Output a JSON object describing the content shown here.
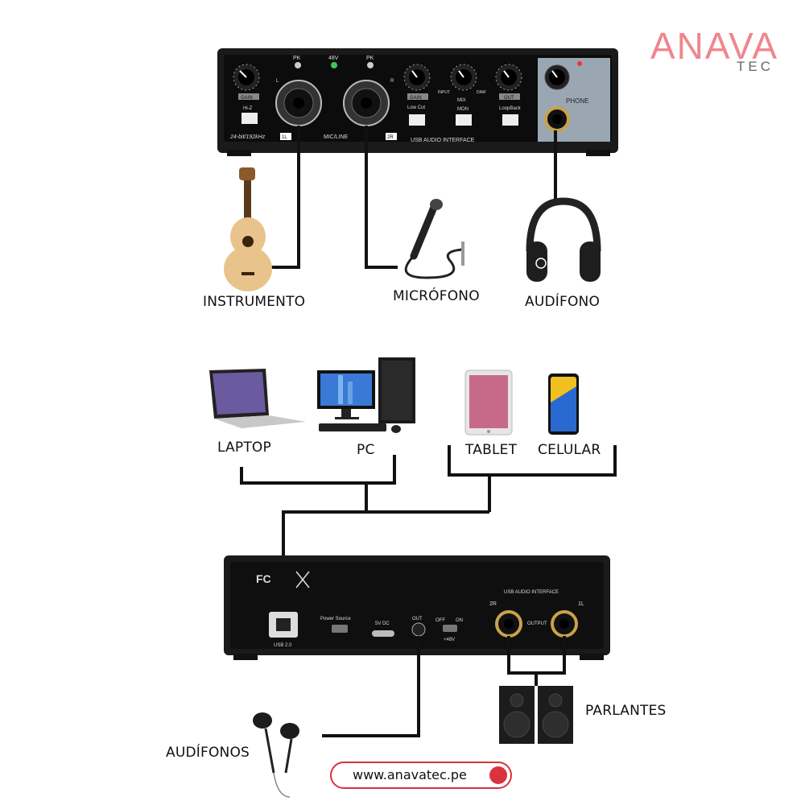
{
  "brand": {
    "name": "ANAVA",
    "sub": "TEC"
  },
  "website": "www.anavatec.pe",
  "front_panel": {
    "pk_left": "PK",
    "led_48v": "48V",
    "pk_right": "PK",
    "gain_left": "GAIN",
    "gain_right": "GAIN",
    "hiz": "Hi-Z",
    "low_cut": "Low Cut",
    "input": "INPUT",
    "mix": "MIX",
    "daw": "DAW",
    "mon": "MON",
    "out": "OUT",
    "loopback": "LoopBack",
    "phone": "PHONE",
    "bitrate": "24-bit/192kHz",
    "ch1": "1L",
    "ch2": "2R",
    "mic_line": "MIC/LINE",
    "model": "USB AUDIO INTERFACE",
    "l": "L",
    "r": "R"
  },
  "rear_panel": {
    "usb": "USB 2.0",
    "power_source": "Power Source",
    "dc": "5V DC",
    "out": "OUT",
    "off": "OFF",
    "on": "ON",
    "phantom": "+48V",
    "model": "USB AUDIO INTERFACE",
    "ch2": "2R",
    "ch1": "1L",
    "output": "OUTPUT",
    "fc": "FC"
  },
  "labels": {
    "instrumento": "INSTRUMENTO",
    "microfono": "MICRÓFONO",
    "audifono": "AUDÍFONO",
    "laptop": "LAPTOP",
    "pc": "PC",
    "tablet": "TABLET",
    "celular": "CELULAR",
    "parlantes": "PARLANTES",
    "audifonos": "AUDÍFONOS"
  },
  "colors": {
    "brand": "#f0868c",
    "accent": "#d9333f",
    "device": "#1a1a1a",
    "gold": "#c9a24a"
  }
}
